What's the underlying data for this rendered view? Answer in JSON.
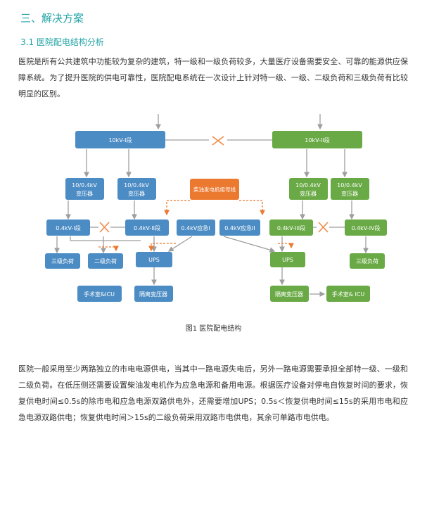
{
  "section": {
    "title": "三、解决方案",
    "subtitle": "3.1 医院配电结构分析"
  },
  "intro_paragraph": "医院是所有公共建筑中功能较为复杂的建筑，特一级和一级负荷较多，大量医疗设备需要安全、可靠的能源供应保障系统。为了提升医院的供电可靠性，医院配电系统在一次设计上针对特一级、一级、二级负荷和三级负荷有比较明显的区别。",
  "diagram": {
    "bus_10kv_1": "10kV-I段",
    "bus_10kv_2": "10kV-II段",
    "transformer_1": [
      "10/0.4kV",
      "变压器"
    ],
    "transformer_2": [
      "10/0.4kV",
      "变压器"
    ],
    "transformer_3": [
      "10/0.4kV",
      "变压器"
    ],
    "transformer_4": [
      "10/0.4kV",
      "变压器"
    ],
    "generator_bus": "柴油发电机组母线",
    "bus_04_1": "0.4kV-I段",
    "bus_04_2": "0.4kV-II段",
    "bus_04_emg1": "0.4kV应急I",
    "bus_04_emg2": "0.4kV应急II",
    "bus_04_3": "0.4kV-III段",
    "bus_04_4": "0.4kV-IV段",
    "load_3_left": "三级负荷",
    "load_2": "二级负荷",
    "ups_left": "UPS",
    "ups_right": "UPS",
    "load_3_right": "三级负荷",
    "icu_left": "手术室&ICU",
    "iso_left": "隔离变压器",
    "iso_right": "隔离变压器",
    "icu_right": "手术室& ICU",
    "colors": {
      "blue": "#4c8cc4",
      "green": "#6aaa46",
      "orange": "#ec7930",
      "arrow": "#9e9e9e",
      "cross": "#f08a46"
    }
  },
  "figure_caption": "图1 医院配电结构",
  "body_paragraph": "医院一般采用至少两路独立的市电电源供电，当其中一路电源失电后，另外一路电源需要承担全部特一级、一级和二级负荷。在低压侧还需要设置柴油发电机作为应急电源和备用电源。根据医疗设备对停电自恢复时间的要求，恢复供电时间≤0.5s的除市电和应急电源双路供电外，还需要增加UPS；0.5s＜恢复供电时间≤15s的采用市电和应急电源双路供电；恢复供电时间＞15s的二级负荷采用双路市电供电，其余可单路市电供电。"
}
